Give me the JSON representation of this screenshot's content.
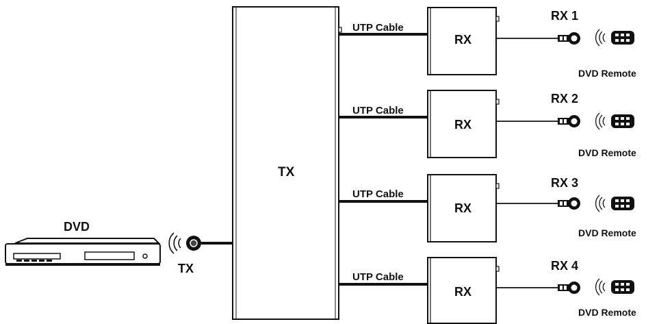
{
  "tx_box_label": "TX",
  "dvd_label": "DVD",
  "ir_tx_label": "TX",
  "receivers": [
    {
      "rx_label": "RX",
      "name": "RX 1",
      "cable_label": "UTP Cable",
      "remote_label": "DVD Remote"
    },
    {
      "rx_label": "RX",
      "name": "RX 2",
      "cable_label": "UTP Cable",
      "remote_label": "DVD Remote"
    },
    {
      "rx_label": "RX",
      "name": "RX 3",
      "cable_label": "UTP Cable",
      "remote_label": "DVD Remote"
    },
    {
      "rx_label": "RX",
      "name": "RX 4",
      "cable_label": "UTP Cable",
      "remote_label": "DVD Remote"
    }
  ],
  "colors": {
    "line": "#111111",
    "box_fill": "#ffffff",
    "device_fill": "#ffffff"
  }
}
